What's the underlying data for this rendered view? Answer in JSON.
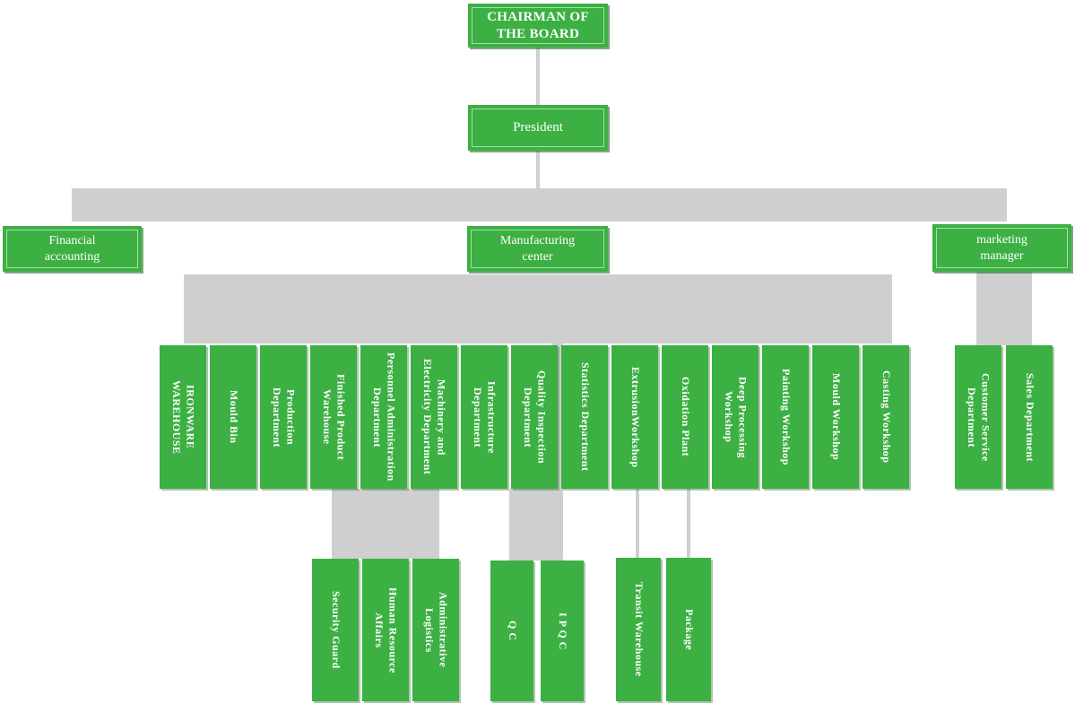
{
  "colors": {
    "node_green": "#3CB043",
    "connector_gray": "#CFCFCF",
    "label_white": "#FFFFFF"
  },
  "nodes": {
    "chairman": "CHAIRMAN OF\nTHE BOARD",
    "president": "President",
    "financial": "Financial\naccounting",
    "manufacturing": "Manufacturing\ncenter",
    "marketing": "marketing\nmanager"
  },
  "departments": [
    {
      "label": "IRONWARE\nWAREHOUSE"
    },
    {
      "label": "Mould Bin"
    },
    {
      "label": "Production\nDepartment"
    },
    {
      "label": "Finished Product\nWarehouse"
    },
    {
      "label": "Personnel Administration\nDepartment"
    },
    {
      "label": "Machinery and\nElectricity Department"
    },
    {
      "label": "Infrastructure\nDepartment"
    },
    {
      "label": "Quality Inspection\nDepartment"
    },
    {
      "label": "Statistics Department"
    },
    {
      "label": "ExtrusionWorkshop"
    },
    {
      "label": "Oxidation Plant"
    },
    {
      "label": "Deep Processing\nWorkshop"
    },
    {
      "label": "Painting Workshop"
    },
    {
      "label": "Mould Workshop"
    },
    {
      "label": "Casting Workshop"
    }
  ],
  "marketing_children": [
    {
      "label": "Customer Service\nDepartment"
    },
    {
      "label": "Sales Department"
    }
  ],
  "admin_children": [
    {
      "label": "Security Guard"
    },
    {
      "label": "Human Resource\nAffairs"
    },
    {
      "label": "Administrative\nLogistics"
    }
  ],
  "quality_children": [
    {
      "label": "Q C"
    },
    {
      "label": "I P Q C"
    }
  ],
  "production_children": [
    {
      "label": "Transit Warehouse"
    },
    {
      "label": "Package"
    }
  ]
}
